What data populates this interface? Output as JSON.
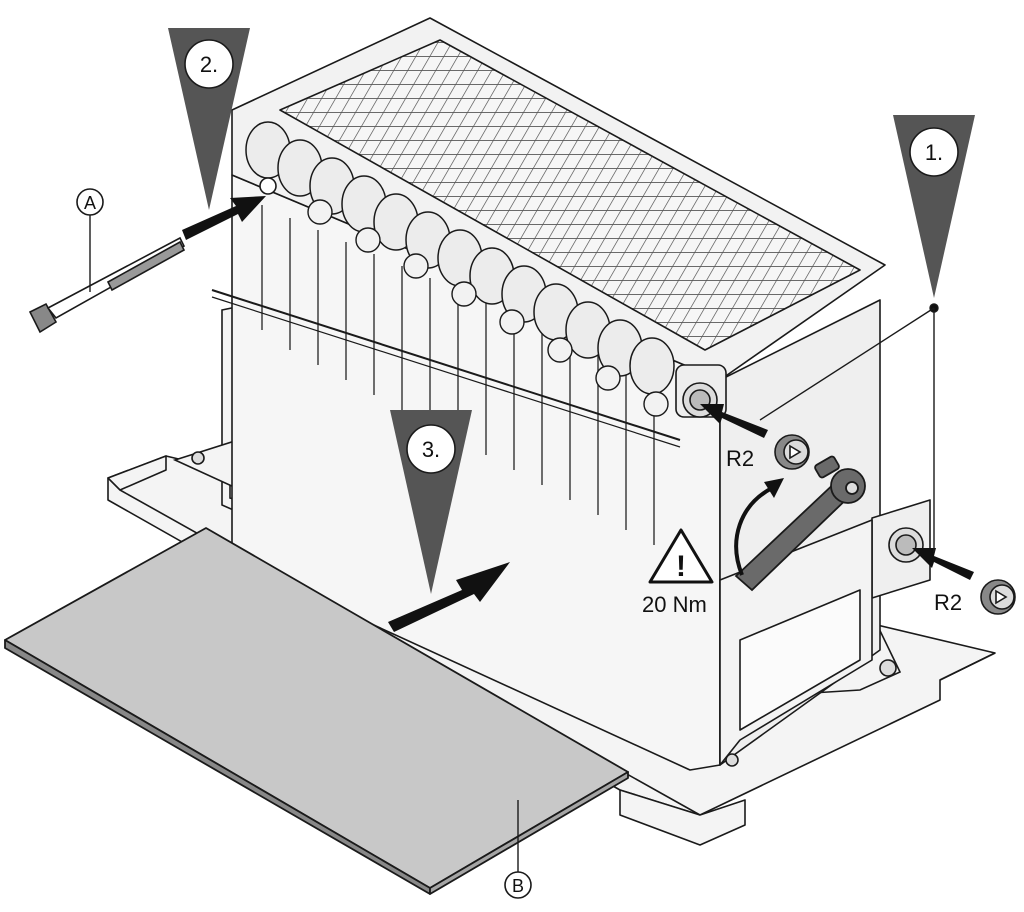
{
  "steps": [
    {
      "id": "step-1",
      "label": "1."
    },
    {
      "id": "step-2",
      "label": "2."
    },
    {
      "id": "step-3",
      "label": "3."
    }
  ],
  "callouts": {
    "a": "A",
    "b": "B"
  },
  "plugs": {
    "upper": "R2",
    "lower": "R2"
  },
  "torque": {
    "value": "20 Nm",
    "warning_glyph": "!"
  },
  "icons": {
    "warning": "warning-triangle-icon",
    "push_arrow": "arrow-icon",
    "wrench": "wrench-icon"
  },
  "colors": {
    "line": "#1a1a1a",
    "step_marker": "#555555",
    "plate": "#c8c8c8",
    "part_fill": "#f4f4f4",
    "tool": "#6a6a6a"
  }
}
